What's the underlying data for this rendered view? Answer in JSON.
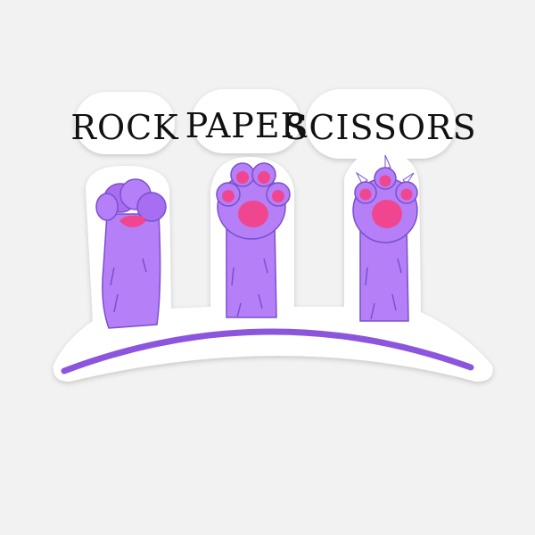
{
  "sticker": {
    "labels": {
      "rock": "ROCK",
      "paper": "PAPER",
      "scissors": "SCISSORS"
    },
    "colors": {
      "background": "#f2f2f2",
      "sticker_border": "#ffffff",
      "arm_fill": "#b580f7",
      "arm_dark": "#8f5ee0",
      "arm_outline": "#7a4fcf",
      "pad_pink": "#f0468f",
      "ground_line": "#8b55dd",
      "text": "#111111"
    },
    "icons": [
      "fist-paw-icon",
      "open-paw-icon",
      "clawed-paw-icon"
    ]
  }
}
